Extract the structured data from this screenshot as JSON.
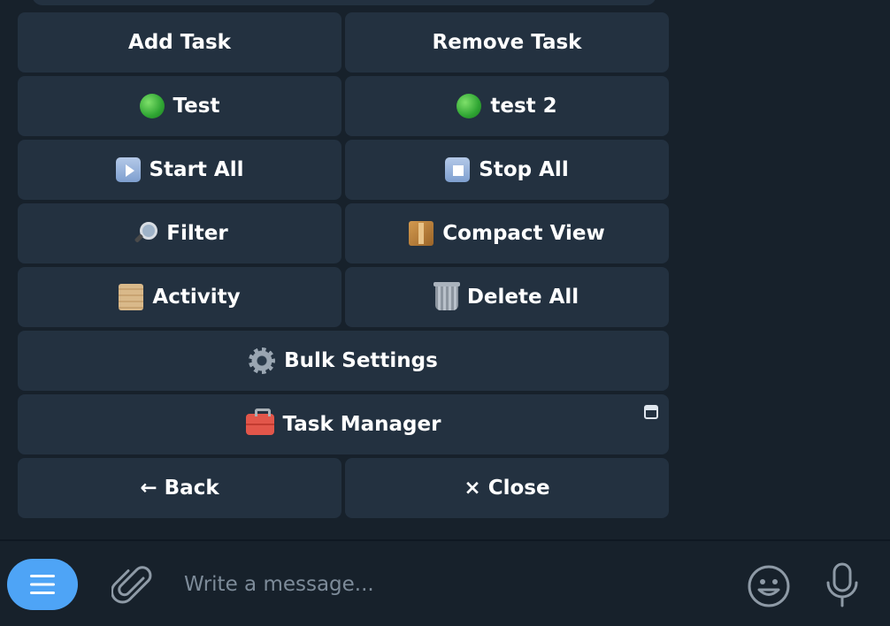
{
  "keyboard": {
    "rows": [
      {
        "left": {
          "label": "Add Task",
          "icon": ""
        },
        "right": {
          "label": "Remove Task",
          "icon": ""
        }
      },
      {
        "left": {
          "label": "Test",
          "icon": "green-circle-icon"
        },
        "right": {
          "label": "test 2",
          "icon": "green-circle-icon"
        }
      },
      {
        "left": {
          "label": "Start All",
          "icon": "play-button-icon"
        },
        "right": {
          "label": "Stop All",
          "icon": "stop-button-icon"
        }
      },
      {
        "left": {
          "label": "Filter",
          "icon": "magnifying-glass-icon"
        },
        "right": {
          "label": "Compact View",
          "icon": "package-icon"
        }
      },
      {
        "left": {
          "label": "Activity",
          "icon": "scroll-icon"
        },
        "right": {
          "label": "Delete All",
          "icon": "wastebasket-icon"
        }
      }
    ],
    "bulk_settings": {
      "label": "Bulk Settings",
      "icon": "gear-icon"
    },
    "task_manager": {
      "label": "Task Manager",
      "icon": "toolbox-icon",
      "corner_icon": "open-app-icon"
    },
    "back": {
      "label": "← Back"
    },
    "close": {
      "label": "× Close"
    }
  },
  "input_bar": {
    "placeholder": "Write a message...",
    "menu_color": "#4ea4f6"
  }
}
